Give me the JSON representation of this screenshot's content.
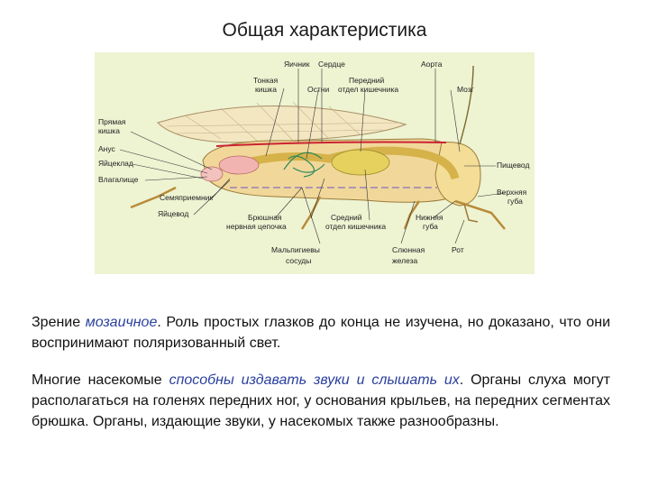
{
  "title": "Общая характеристика",
  "figure": {
    "labels": {
      "ovary": "Яичник",
      "heart": "Сердце",
      "aorta": "Аорта",
      "small_int_1": "Тонкая",
      "small_int_2": "кишка",
      "gastric_caeca": "Остни",
      "foregut_1": "Передний",
      "foregut_2": "отдел кишечника",
      "brain": "Мозг",
      "rectum_1": "Прямая",
      "rectum_2": "кишка",
      "anus": "Анус",
      "ovipositor": "Яйцеклад",
      "vagina": "Влагалище",
      "seminal_receptacle": "Семяприемник",
      "oviduct": "Яйцевод",
      "ventral_cord_1": "Брюшная",
      "ventral_cord_2": "нервная цепочка",
      "midgut_1": "Средний",
      "midgut_2": "отдел кишечника",
      "lower_lip_1": "Нижняя",
      "lower_lip_2": "губа",
      "upper_lip_1": "Верхняя",
      "upper_lip_2": "губа",
      "pharynx": "Пищевод",
      "malpighian_1": "Мальпигиевы",
      "malpighian_2": "сосуды",
      "salivary_1": "Слюнная",
      "salivary_2": "железа",
      "mouth": "Рот"
    }
  },
  "paragraph1": {
    "pre": "Зрение ",
    "em": "мозаичное",
    "post": ". Роль простых глазков до конца не изучена, но доказано, что они воспринимают поляризованный свет."
  },
  "paragraph2": {
    "pre": "Многие насекомые ",
    "em": "способны издавать звуки и слышать их",
    "post": ". Органы слуха могут располагаться на голенях передних ног, у основания крыльев, на передних сегментах брюшка. Органы, издающие звуки, у насекомых также разнообразны."
  }
}
